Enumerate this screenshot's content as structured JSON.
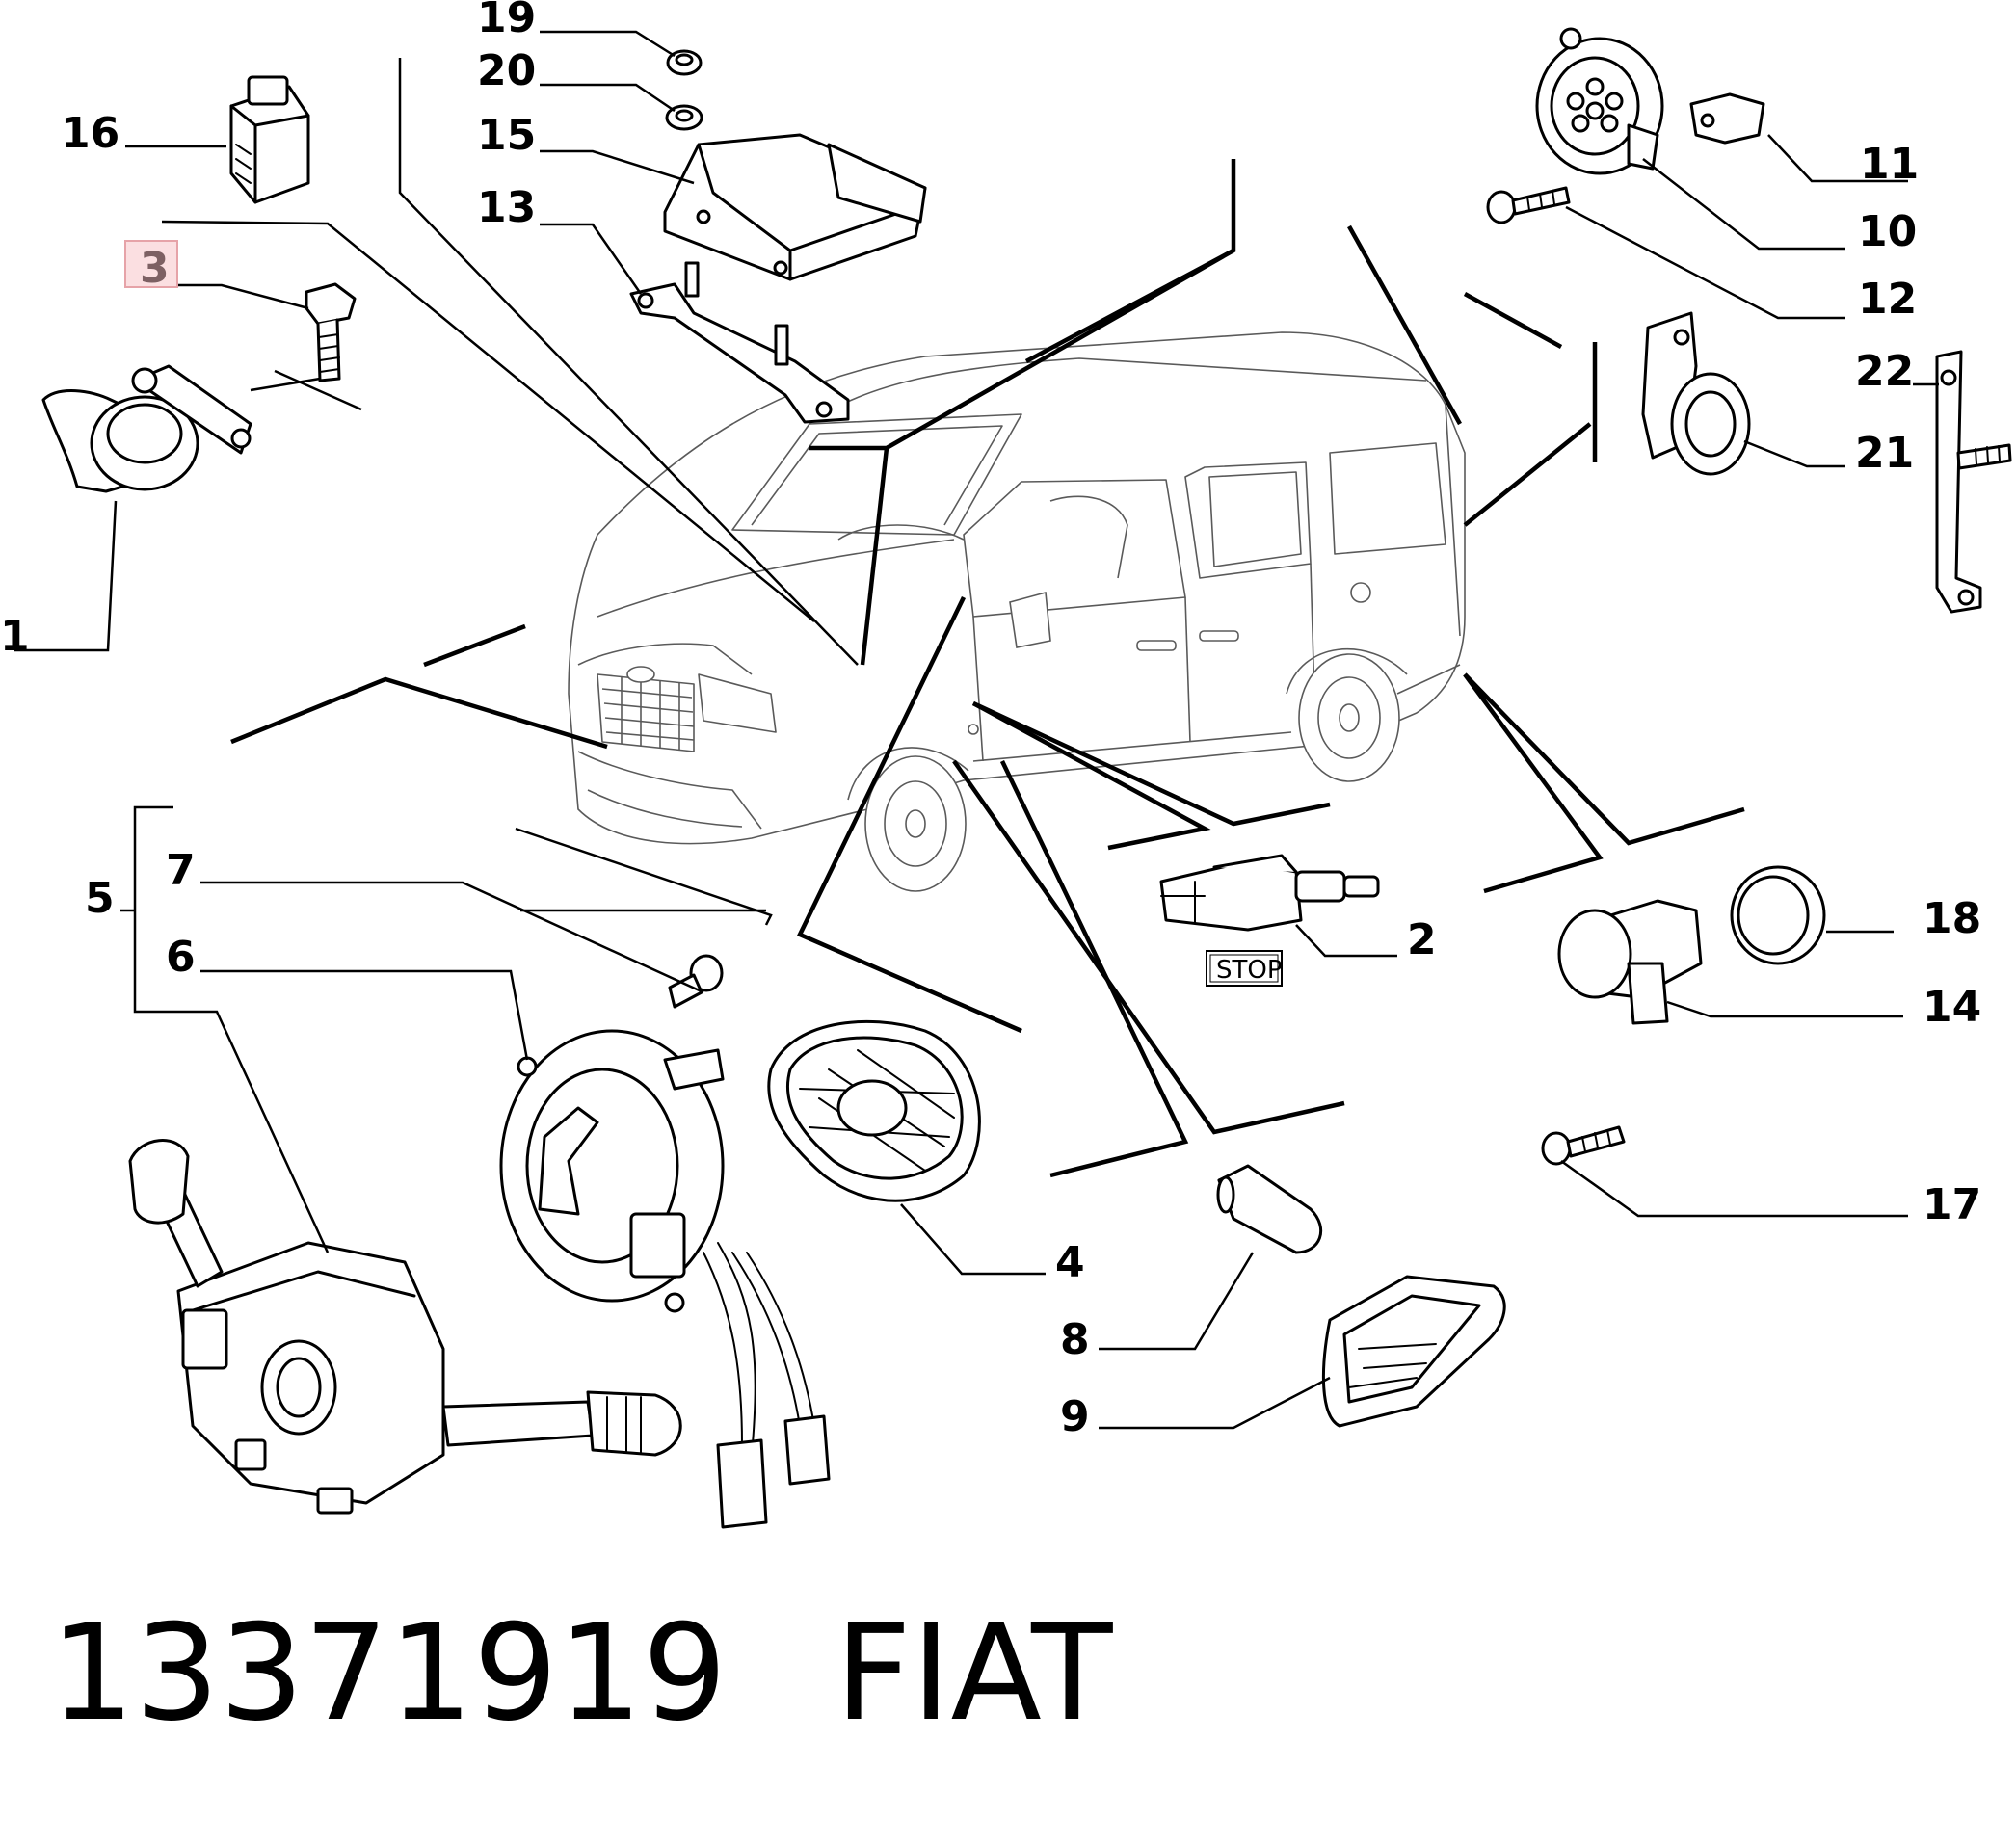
{
  "callouts": {
    "c1": "1",
    "c2": "2",
    "c3": "3",
    "c4": "4",
    "c5": "5",
    "c6": "6",
    "c7": "7",
    "c8": "8",
    "c9": "9",
    "c10": "10",
    "c11": "11",
    "c12": "12",
    "c13": "13",
    "c14": "14",
    "c15": "15",
    "c16": "16",
    "c17": "17",
    "c18": "18",
    "c19": "19",
    "c20": "20",
    "c21": "21",
    "c22": "22"
  },
  "highlighted_callout": "3",
  "highlight_color": "#e6a3a8",
  "stop_label": "STOP",
  "footer": {
    "part_number": "13371919",
    "brand": "FIAT"
  }
}
